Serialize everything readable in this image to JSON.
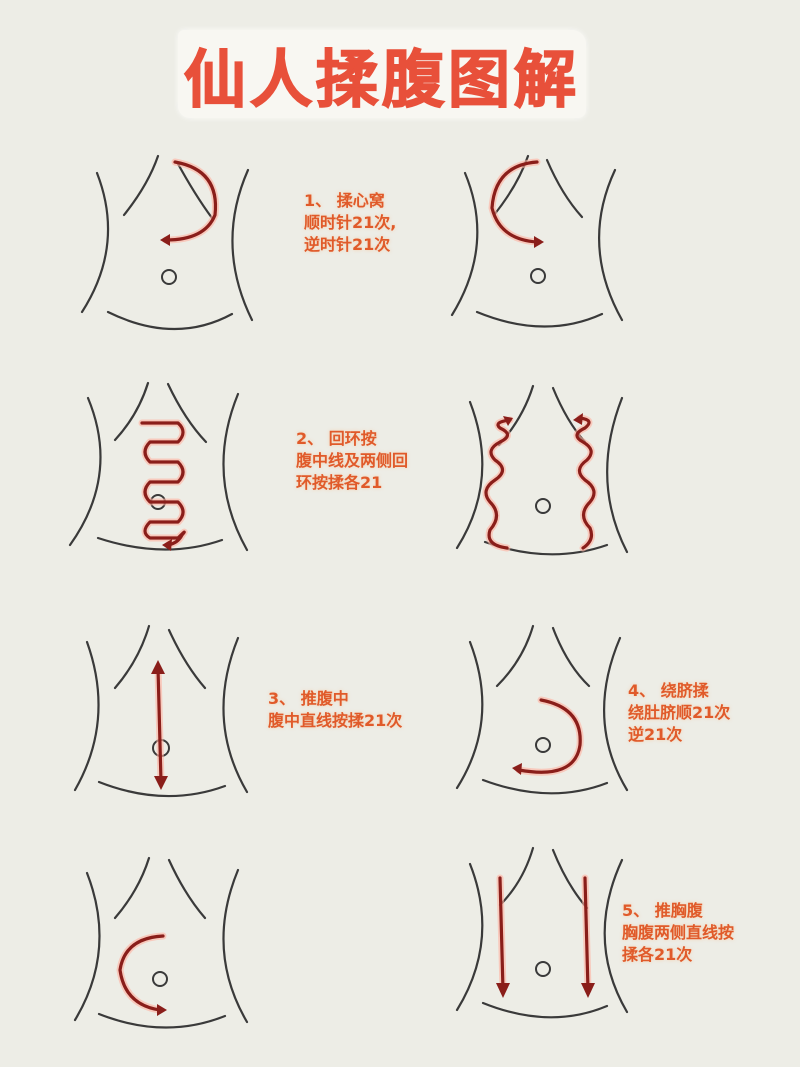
{
  "title": "仙人揉腹图解",
  "colors": {
    "background": "#edede6",
    "title_red": "#e8503a",
    "text_orange": "#e05a2a",
    "arrow_red": "#8a1e1a",
    "body_line": "#3a3a3a"
  },
  "steps": [
    {
      "number": "1、",
      "heading": "揉心窝",
      "lines": [
        "顺时针21次,",
        "逆时针21次"
      ],
      "diagrams": [
        "clockwise-arc-upper-left",
        "counterclockwise-arc-upper-right"
      ]
    },
    {
      "number": "2、",
      "heading": "回环按",
      "lines": [
        "腹中线及两侧回",
        "环按揉各21"
      ],
      "diagrams": [
        "midline-zigzag",
        "two-side-wavy-lines"
      ]
    },
    {
      "number": "3、",
      "heading": "推腹中",
      "lines": [
        "腹中直线按揉21次"
      ],
      "diagrams": [
        "vertical-double-arrow"
      ]
    },
    {
      "number": "4、",
      "heading": "绕脐揉",
      "lines": [
        "绕肚脐顺21次",
        "逆21次"
      ],
      "diagrams": [
        "clockwise-arc-around-navel",
        "counterclockwise-arc-around-navel"
      ]
    },
    {
      "number": "5、",
      "heading": "推胸腹",
      "lines": [
        "胸腹两侧直线按",
        "揉各21次"
      ],
      "diagrams": [
        "two-downward-arrows"
      ]
    }
  ]
}
